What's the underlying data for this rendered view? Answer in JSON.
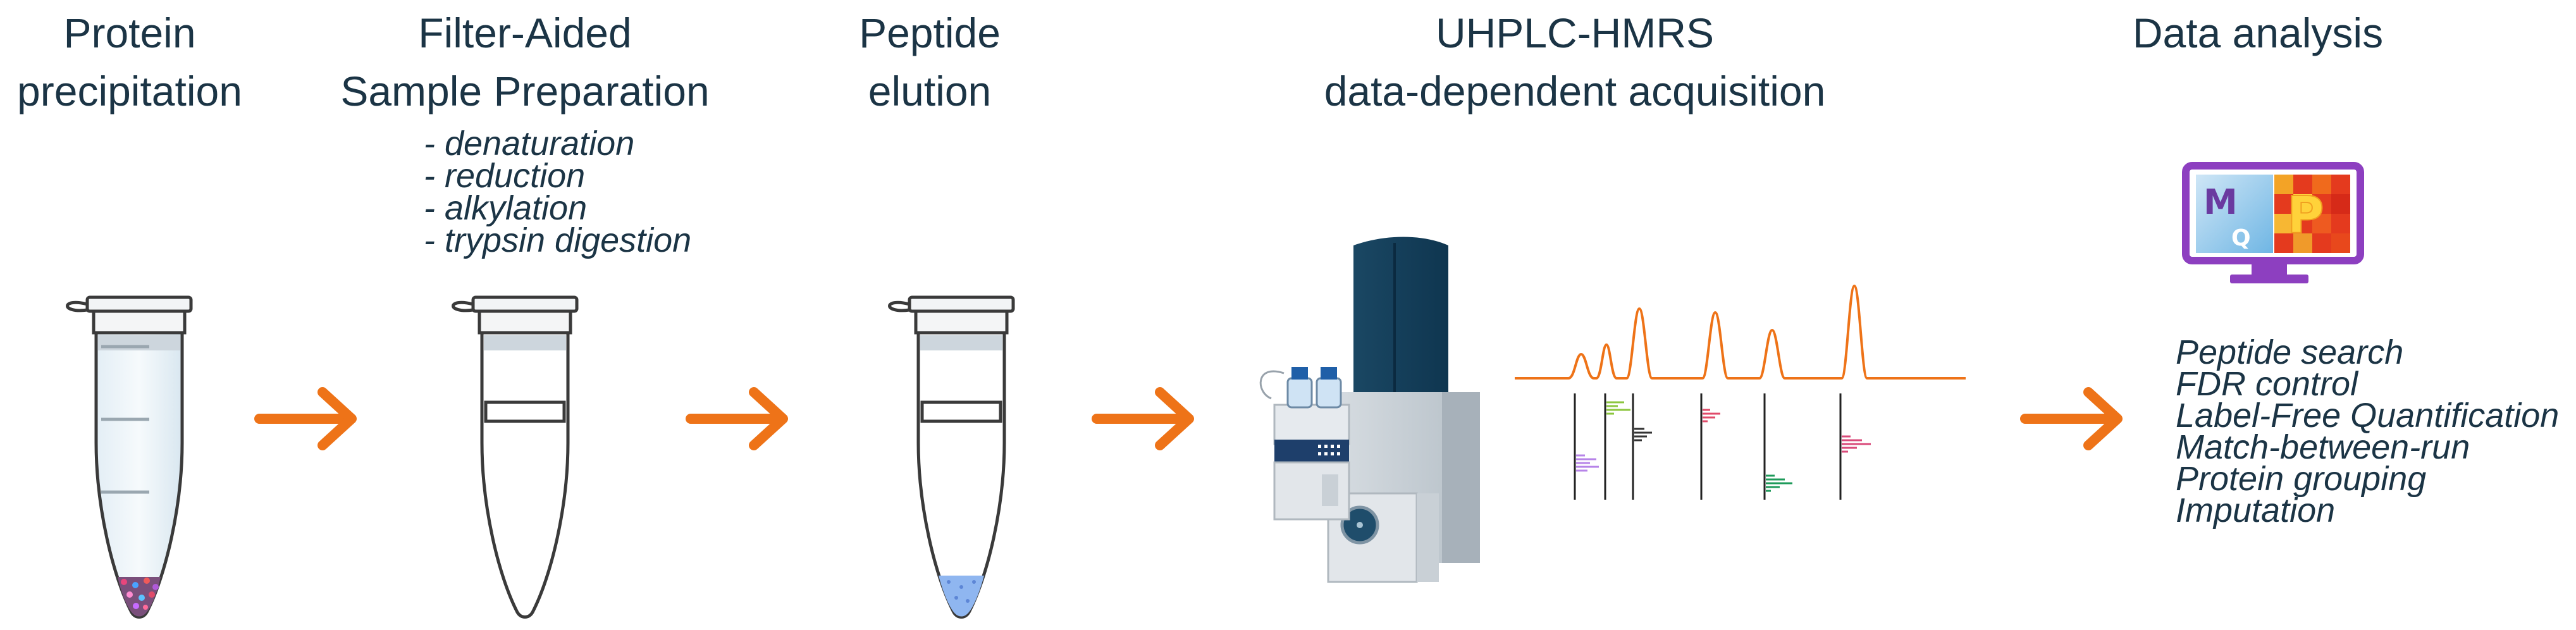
{
  "stages": [
    {
      "line1": "Protein",
      "line2": "precipitation"
    },
    {
      "line1": "Filter-Aided",
      "line2": "Sample Preparation"
    },
    {
      "line1": "Peptide",
      "line2": "elution"
    },
    {
      "line1": "UHPLC-HMRS",
      "line2": "data-dependent acquisition"
    },
    {
      "line1": "Data analysis",
      "line2": ""
    }
  ],
  "fasp_steps": [
    "- denaturation",
    "- reduction",
    "- alkylation",
    "- trypsin digestion"
  ],
  "analysis_steps": [
    "Peptide search",
    "FDR control",
    "Label-Free Quantification",
    "Match-between-run",
    "Protein grouping",
    "Imputation"
  ],
  "software_logo": {
    "letters": [
      "M",
      "Q",
      "P"
    ]
  },
  "colors": {
    "text": "#1b3445",
    "arrow": "#ee7318",
    "chromatogram": "#ee7318",
    "monitor": "#8d3fc0",
    "instrument": "#1e4d6b"
  }
}
